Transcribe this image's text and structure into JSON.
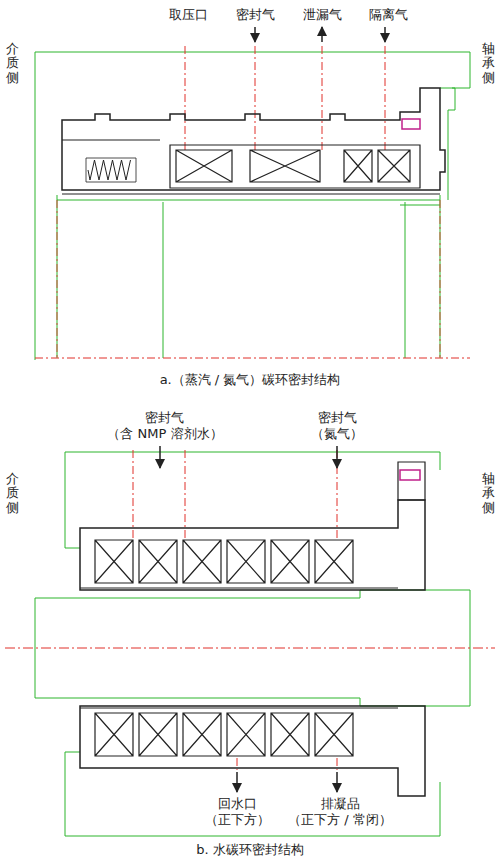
{
  "diagram": {
    "labels": [
      "取压口",
      "密封气",
      "泄漏气",
      "隔离气",
      "介质侧",
      "轴承侧",
      "a.（蒸汽 / 氮气）碳环密封结构",
      "密封气 （含 NMP 溶剂水）",
      "密封气 （氮气）",
      "介质侧",
      "轴承侧",
      "回水口 （正下方）",
      "排凝品 （正下方 / 常闭）",
      "b. 水碳环密封结构"
    ]
  }
}
